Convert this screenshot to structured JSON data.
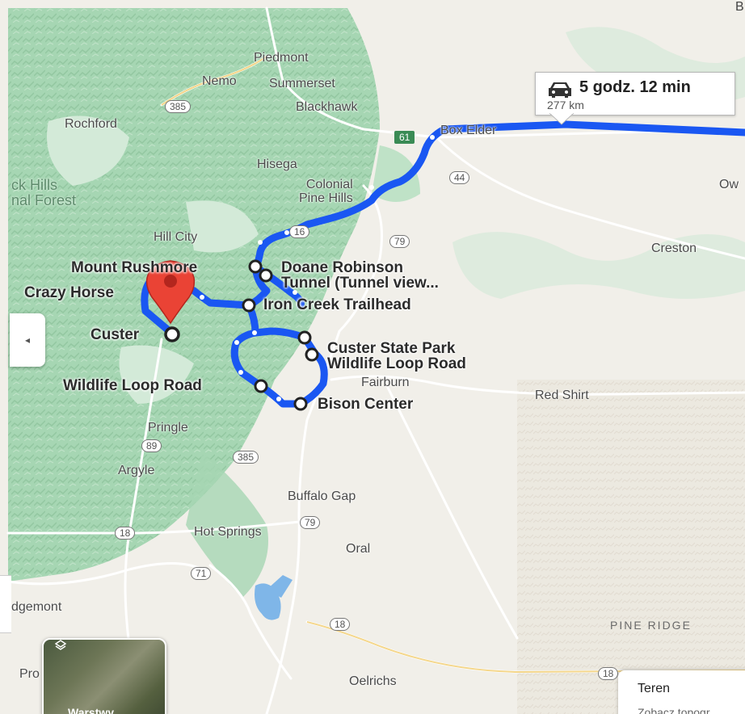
{
  "route": {
    "duration": "5 godz. 12 min",
    "distance": "277 km",
    "color": "#1a57f2",
    "icon": "car-icon"
  },
  "destination": {
    "label": "Custer",
    "marker_color": "#d93025",
    "icon": "red-pin-icon"
  },
  "waypoints": [
    {
      "id": "mount-rushmore",
      "label": "Mount Rushmore"
    },
    {
      "id": "doane-robinson",
      "label": "Doane Robinson\nTunnel (Tunnel view..."
    },
    {
      "id": "crazy-horse",
      "label": "Crazy Horse"
    },
    {
      "id": "iron-creek",
      "label": "Iron Creek Trailhead"
    },
    {
      "id": "custer-state-park",
      "label": "Custer State Park\nWildlife Loop Road"
    },
    {
      "id": "wildlife-loop",
      "label": "Wildlife Loop Road"
    },
    {
      "id": "bison-center",
      "label": "Bison Center"
    }
  ],
  "towns": [
    {
      "id": "piedmont",
      "label": "Piedmont"
    },
    {
      "id": "nemo",
      "label": "Nemo"
    },
    {
      "id": "summerset",
      "label": "Summerset"
    },
    {
      "id": "blackhawk",
      "label": "Blackhawk"
    },
    {
      "id": "rochford",
      "label": "Rochford"
    },
    {
      "id": "box-elder",
      "label": "Box Elder"
    },
    {
      "id": "hisega",
      "label": "Hisega"
    },
    {
      "id": "colonial-pine-hills",
      "label": "Colonial\nPine Hills"
    },
    {
      "id": "hill-city",
      "label": "Hill City"
    },
    {
      "id": "creston",
      "label": "Creston"
    },
    {
      "id": "ow",
      "label": "Ow"
    },
    {
      "id": "fairburn",
      "label": "Fairburn"
    },
    {
      "id": "red-shirt",
      "label": "Red Shirt"
    },
    {
      "id": "pringle",
      "label": "Pringle"
    },
    {
      "id": "argyle",
      "label": "Argyle"
    },
    {
      "id": "buffalo-gap",
      "label": "Buffalo Gap"
    },
    {
      "id": "hot-springs",
      "label": "Hot Springs"
    },
    {
      "id": "oral",
      "label": "Oral"
    },
    {
      "id": "edgemont",
      "label": "dgemont"
    },
    {
      "id": "oelrichs",
      "label": "Oelrichs"
    },
    {
      "id": "pro",
      "label": "Pro"
    },
    {
      "id": "top-corner",
      "label": "B"
    }
  ],
  "regions": [
    {
      "id": "black-hills-forest",
      "label": "ck Hills\nnal Forest"
    },
    {
      "id": "pine-ridge",
      "label": "PINE RIDGE"
    }
  ],
  "road_shields": [
    {
      "id": "r385-north",
      "label": "385",
      "style": "white"
    },
    {
      "id": "r61",
      "label": "61",
      "style": "green"
    },
    {
      "id": "r44",
      "label": "44",
      "style": "white"
    },
    {
      "id": "r16",
      "label": "16",
      "style": "white"
    },
    {
      "id": "r79-north",
      "label": "79",
      "style": "white"
    },
    {
      "id": "r89",
      "label": "89",
      "style": "white"
    },
    {
      "id": "r385-south",
      "label": "385",
      "style": "white"
    },
    {
      "id": "r79-south",
      "label": "79",
      "style": "white"
    },
    {
      "id": "r18-west",
      "label": "18",
      "style": "white"
    },
    {
      "id": "r71",
      "label": "71",
      "style": "white"
    },
    {
      "id": "r18-south",
      "label": "18",
      "style": "white"
    },
    {
      "id": "r18-east",
      "label": "18",
      "style": "white"
    }
  ],
  "controls": {
    "collapse_icon": "chevron-left-icon",
    "collapse_glyph": "◂",
    "layers_label": "Warstwy",
    "layers_icon": "layers-icon",
    "terrain_title": "Teren",
    "terrain_subtitle": "Zobacz topogr"
  },
  "colors": {
    "forest": "#a9d9b7",
    "plain": "#f1efe9",
    "water": "#7fb6e8",
    "road": "#ffffff"
  }
}
